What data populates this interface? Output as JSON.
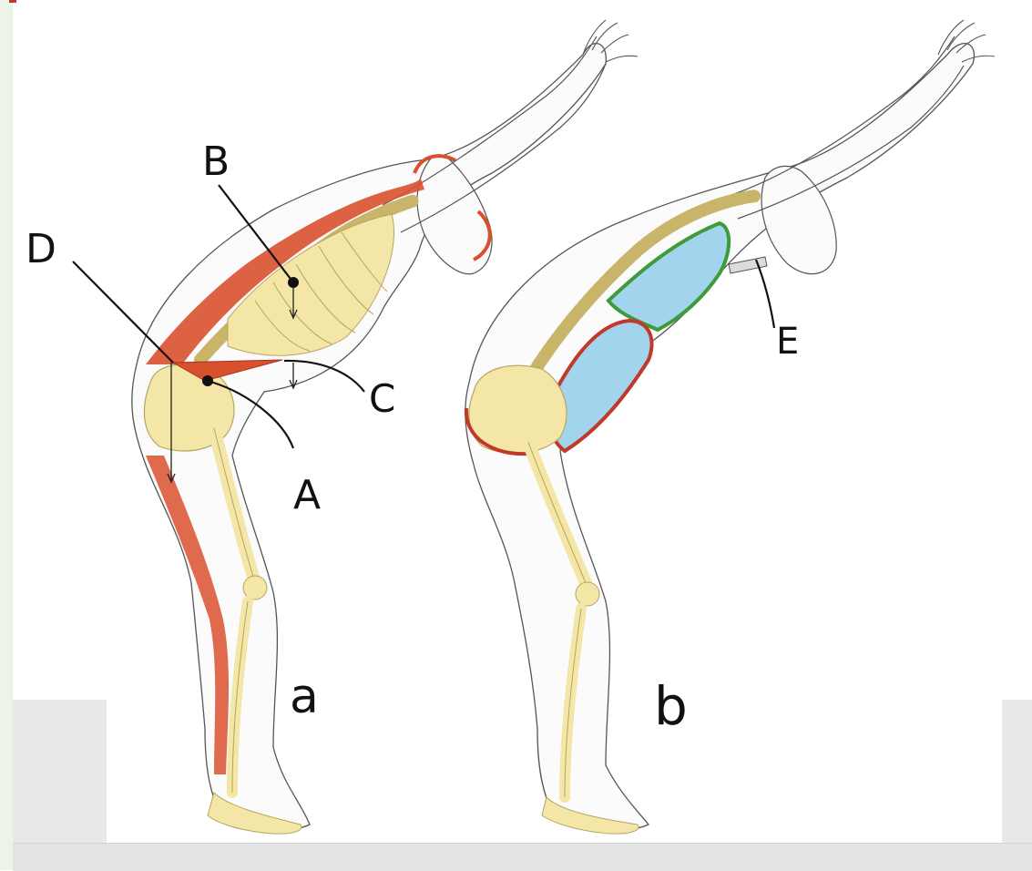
{
  "labels": {
    "A": "A",
    "B": "B",
    "C": "C",
    "D": "D",
    "E": "E"
  },
  "figure_labels": {
    "a": "a",
    "b": "b"
  },
  "colors": {
    "bone": "#f3e6a6",
    "bone_outline": "#b7a560",
    "muscle": "#d9502f",
    "muscle_light": "#e8896b",
    "lung_fill": "#a3d4ee",
    "diaphragm_outline": "#3f9a3a",
    "abdomen_outline": "#c0392b",
    "body_outline": "#555555"
  }
}
